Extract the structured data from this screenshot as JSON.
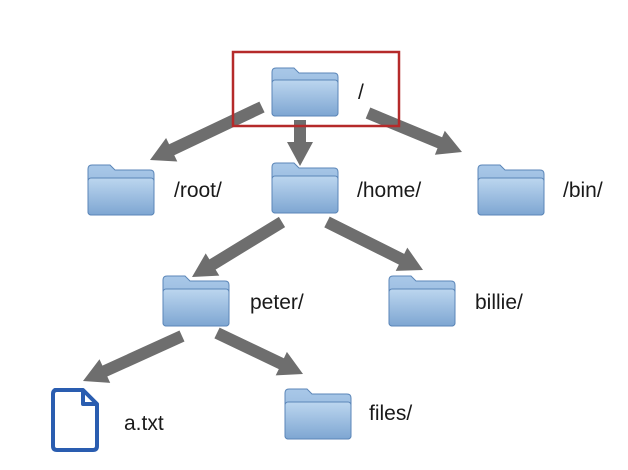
{
  "diagram": {
    "nodes": [
      {
        "id": "root-dir",
        "label": "/",
        "kind": "folder",
        "highlighted": true
      },
      {
        "id": "root-home",
        "label": "/root/",
        "kind": "folder"
      },
      {
        "id": "home",
        "label": "/home/",
        "kind": "folder"
      },
      {
        "id": "bin",
        "label": "/bin/",
        "kind": "folder"
      },
      {
        "id": "peter",
        "label": "peter/",
        "kind": "folder"
      },
      {
        "id": "billie",
        "label": "billie/",
        "kind": "folder"
      },
      {
        "id": "a-txt",
        "label": "a.txt",
        "kind": "file"
      },
      {
        "id": "files",
        "label": "files/",
        "kind": "folder"
      }
    ],
    "edges": [
      {
        "from": "root-dir",
        "to": "root-home"
      },
      {
        "from": "root-dir",
        "to": "home"
      },
      {
        "from": "root-dir",
        "to": "bin"
      },
      {
        "from": "home",
        "to": "peter"
      },
      {
        "from": "home",
        "to": "billie"
      },
      {
        "from": "peter",
        "to": "a-txt"
      },
      {
        "from": "peter",
        "to": "files"
      }
    ]
  },
  "colors": {
    "arrow": "#6e6e6e",
    "highlight_box": "#b52a2a",
    "folder_top": "#bcd6ef",
    "folder_bottom": "#7ea6d2",
    "folder_edge": "#5b86b8",
    "file_stroke": "#2a5db0",
    "label": "#1a1a1a"
  },
  "icons": {
    "folder": "folder-icon",
    "file": "document-icon"
  }
}
